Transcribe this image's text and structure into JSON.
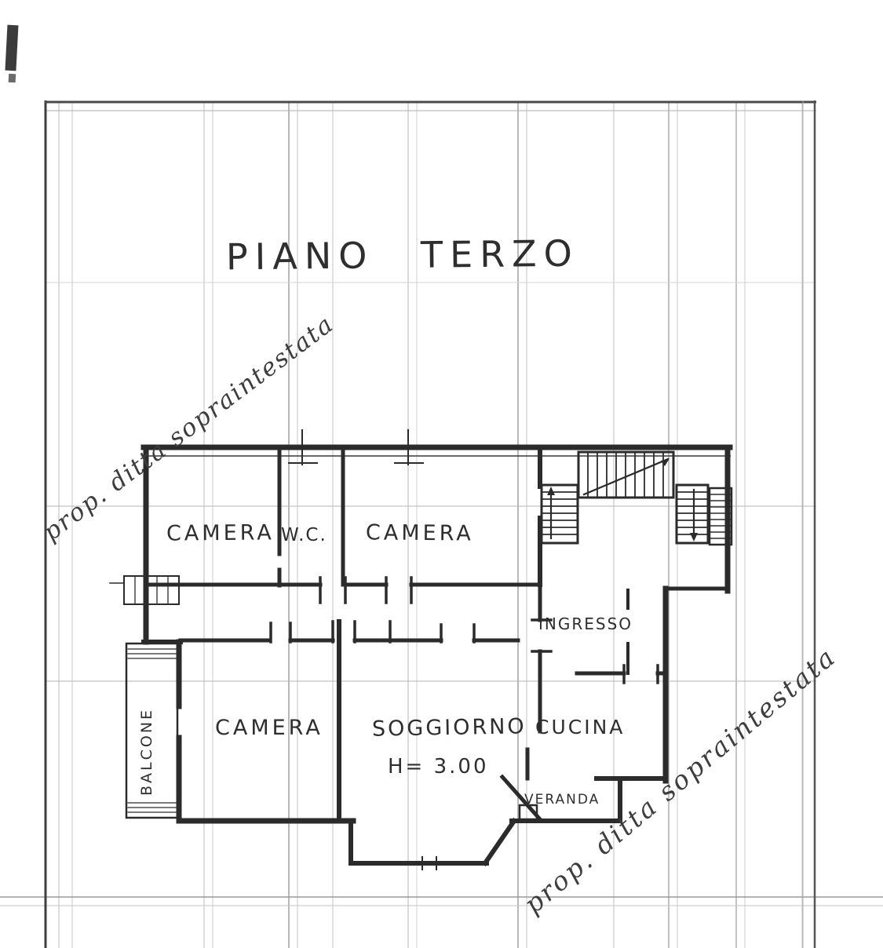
{
  "page": {
    "title": "PIANO TERZO",
    "annotations": {
      "top_left": "prop. ditta sopraintestata",
      "bottom_right": "prop. ditta sopraintestata"
    },
    "rooms": {
      "camera_top_left": "CAMERA",
      "wc": "W.C.",
      "camera_top_right": "CAMERA",
      "ingresso": "INGRESSO",
      "camera_bottom": "CAMERA",
      "soggiorno": "SOGGIORNO",
      "soggiorno_height": "H= 3.00",
      "cucina": "CUCINA",
      "veranda": "VERANDA",
      "balcone": "BALCONE"
    },
    "colors": {
      "ink": "#2b2b2b",
      "grid": "#b3b3b3",
      "paper": "#ffffff"
    }
  }
}
